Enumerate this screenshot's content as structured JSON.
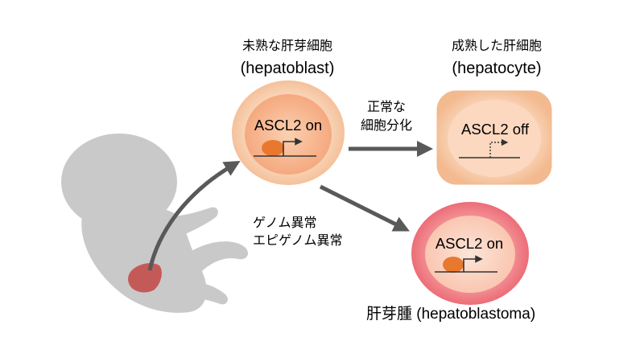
{
  "cells": {
    "hepatoblast": {
      "name_ja": "未熟な肝芽細胞",
      "name_en": "(hepatoblast)",
      "gene": "ASCL2 on"
    },
    "hepatocyte": {
      "name_ja": "成熟した肝細胞",
      "name_en": "(hepatocyte)",
      "gene": "ASCL2 off"
    },
    "hepatoblastoma": {
      "name": "肝芽腫 (hepatoblastoma)",
      "gene": "ASCL2 on"
    }
  },
  "arrows": {
    "normal_line1": "正常な",
    "normal_line2": "細胞分化",
    "abnormal_line1": "ゲノム異常",
    "abnormal_line2": "エピゲノム異常"
  },
  "colors": {
    "fetus": "#c9c9c9",
    "liver": "#c45a57",
    "cell_outer": "#f7c9a6",
    "cell_inner": "#f6b089",
    "tumor_outer": "#f07d86",
    "tumor_inner": "#fbd5c4",
    "nucleus_spot": "#e9782f",
    "arrow": "#595959"
  }
}
